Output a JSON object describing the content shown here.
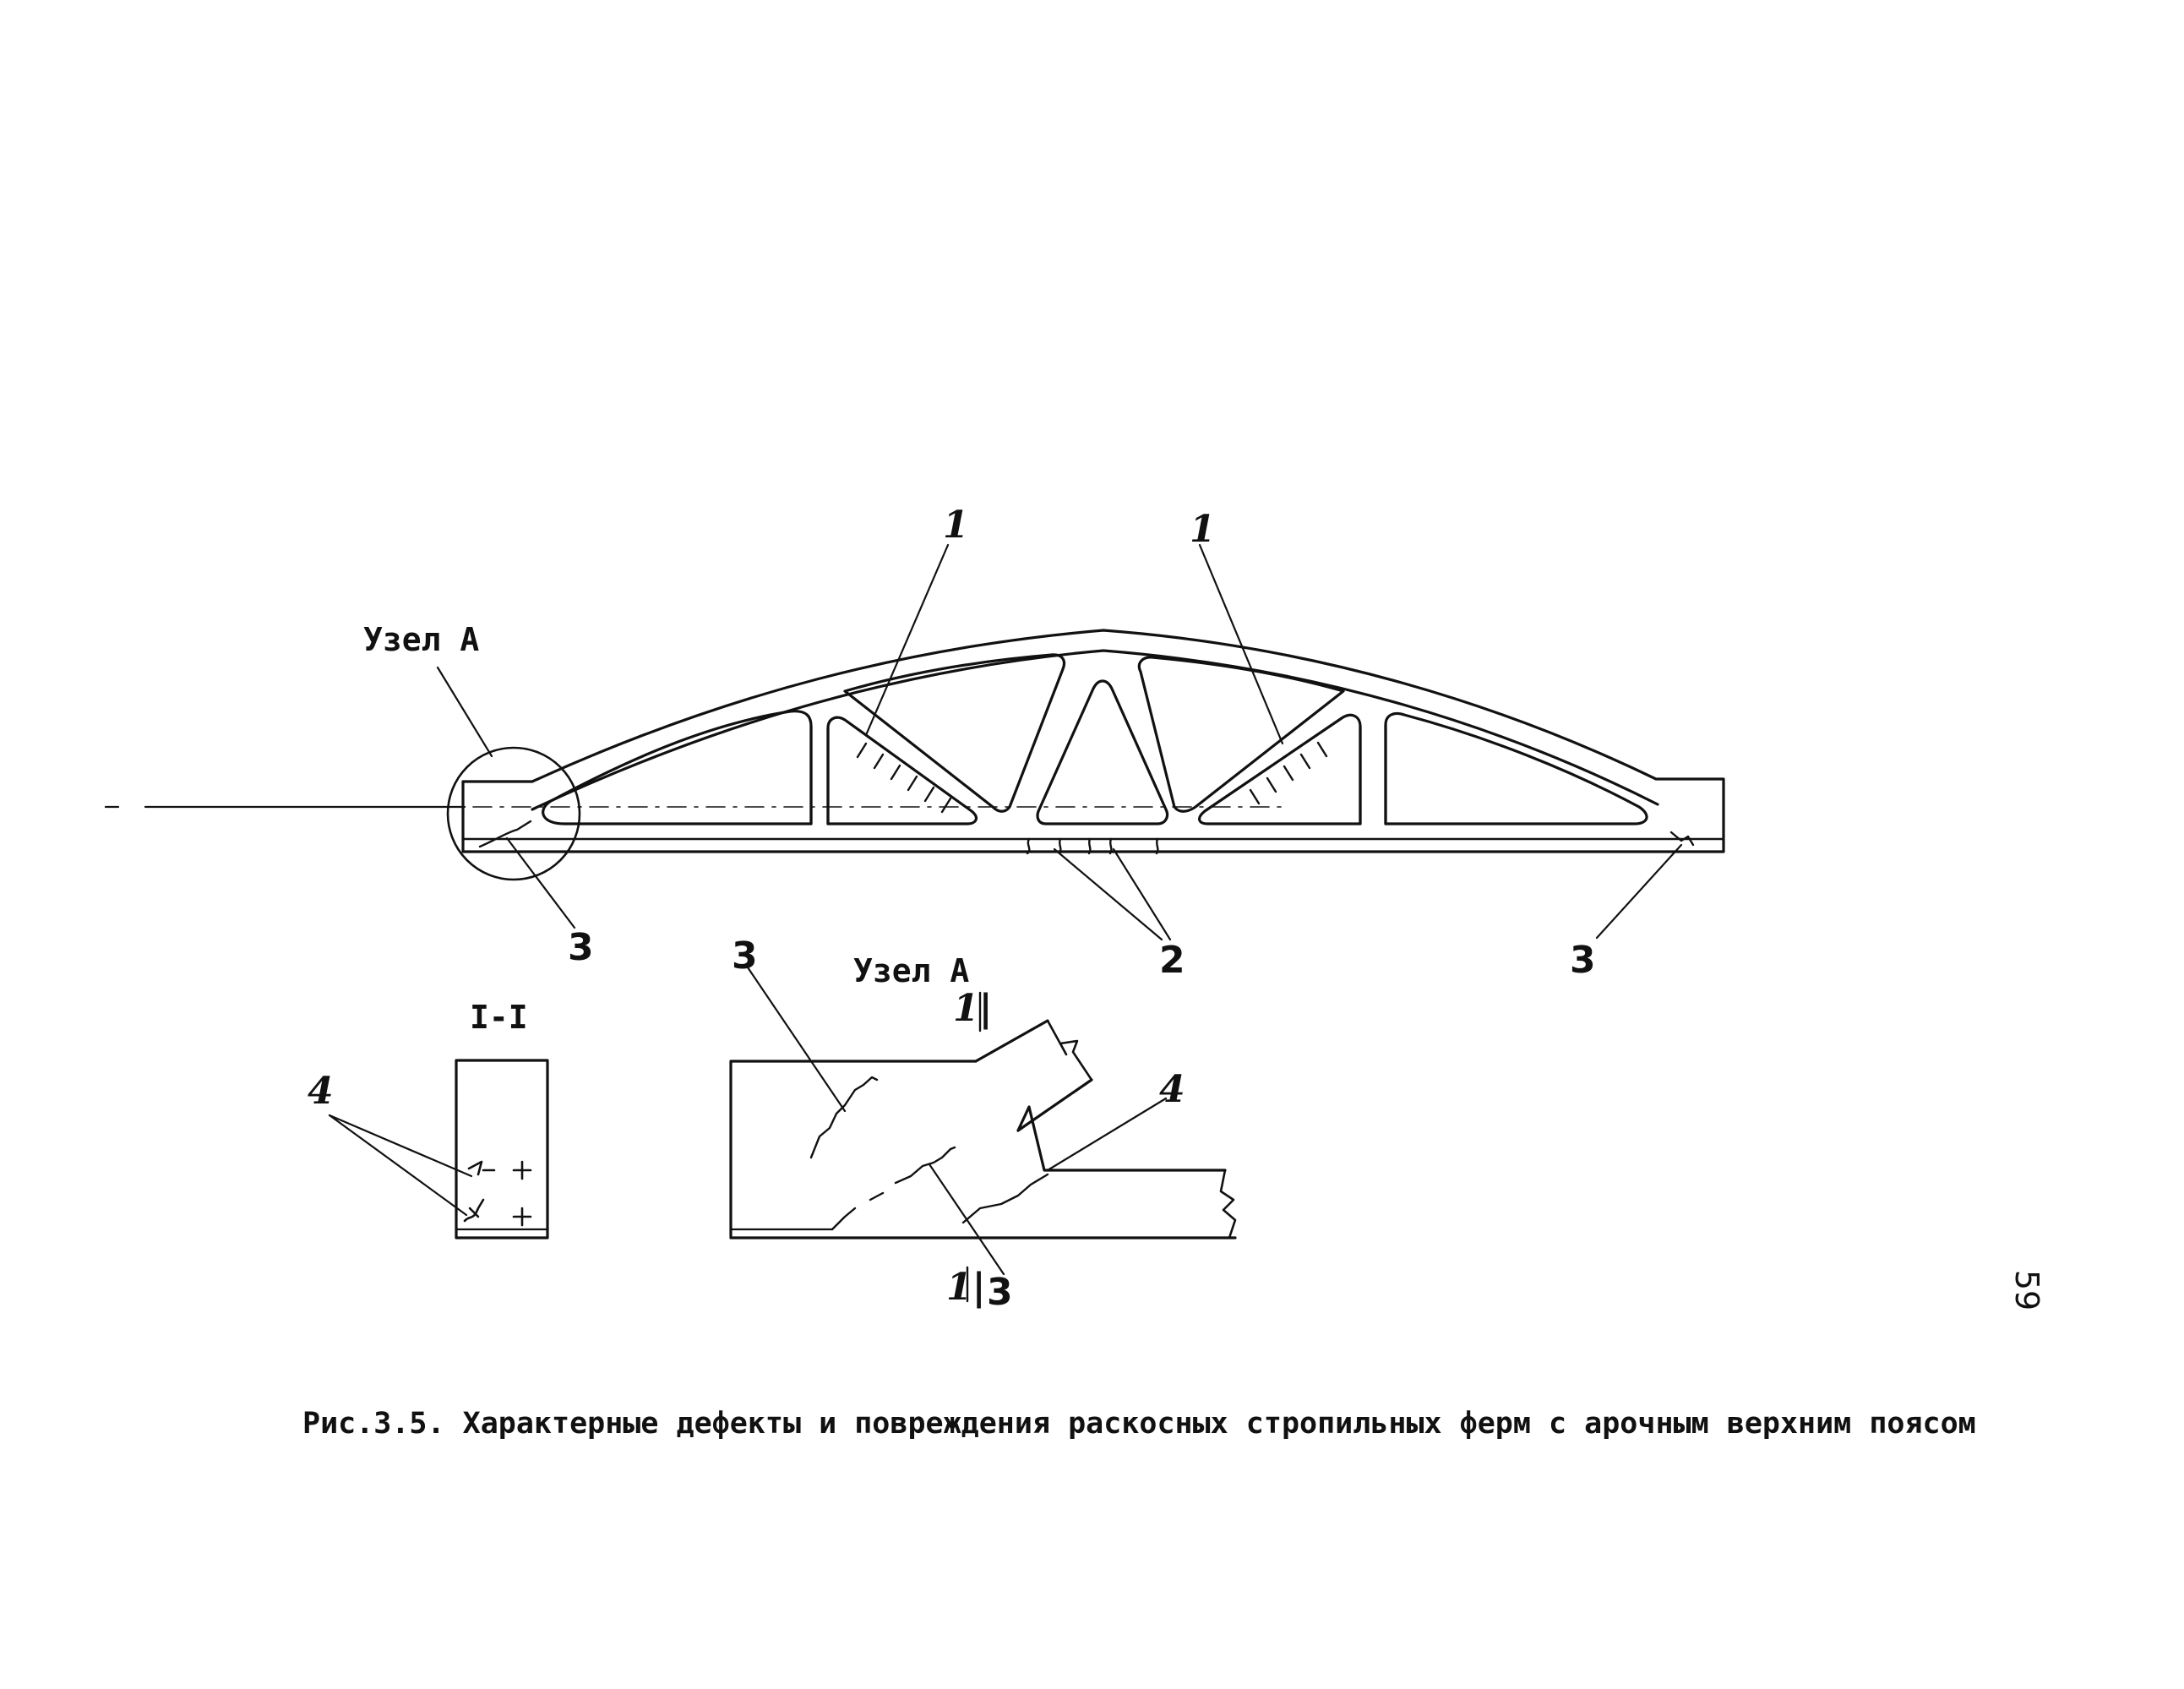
{
  "figure": {
    "caption": "Рис.3.5.  Характерные дефекты и повреждения раскосных стропильных ферм с арочным верхним поясом",
    "page_number": "59"
  },
  "main_view": {
    "node_label": "Узел  А",
    "callouts": {
      "diagonal_left": "1",
      "diagonal_right": "1",
      "bottom_chord": "2",
      "support_left": "3",
      "support_right": "3"
    }
  },
  "section_view": {
    "title": "I-I",
    "callout": "4"
  },
  "node_detail": {
    "title": "Узел  А",
    "cut_top": "1|",
    "cut_bottom": "1|",
    "callout_upper_left": "3",
    "callout_lower": "3",
    "callout_right": "4"
  },
  "colors": {
    "ink": "#111111",
    "paper": "#ffffff"
  }
}
